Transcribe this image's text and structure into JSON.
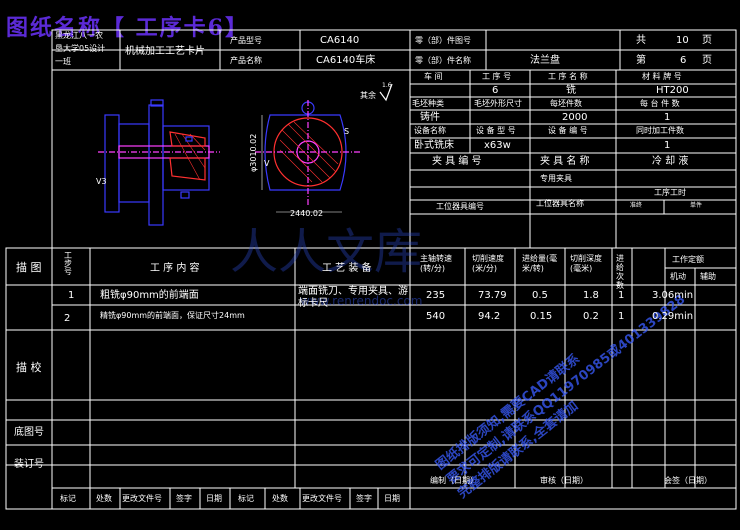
{
  "header": {
    "title": "图纸名称【 工序卡6】",
    "school": [
      "黑龙江八一农",
      "垦大学05设计",
      "一班"
    ],
    "card_name": "机械加工工艺卡片",
    "product_model_label": "产品型号",
    "product_model": "CA6140",
    "product_name_label": "产品名称",
    "product_name": "CA6140车床",
    "part_no_label": "零（部）件图号",
    "part_name_label": "零（部）件名称",
    "part_name": "法兰盘",
    "total_label": "共",
    "total_pages": "10",
    "page_unit": "页",
    "page_label": "第",
    "page_no": "6",
    "page_unit2": "页"
  },
  "info": {
    "labels": [
      "车 间",
      "工 序 号",
      "工 序 名 称",
      "材 料 牌 号"
    ],
    "values": [
      "",
      "6",
      "铣",
      "HT200"
    ],
    "row2_labels": [
      "毛坯种类",
      "毛坯外形尺寸",
      "每坯件数",
      "每 台 件 数"
    ],
    "row2_values": [
      "铸件",
      "",
      "2000",
      "1"
    ],
    "row3_labels": [
      "设备名称",
      "设 备 型 号",
      "设 备 编 号",
      "同时加工件数"
    ],
    "row3_values": [
      "卧式铣床",
      "x63w",
      "",
      "1"
    ],
    "fixture_labels": [
      "夹 具 编 号",
      "夹 具 名 称",
      "冷 却 液"
    ],
    "fixture_value": "专用夹具",
    "station_labels": [
      "工位器具编号",
      "工位器具名称",
      "工序工时"
    ],
    "time_labels": [
      "准终",
      "单件"
    ]
  },
  "drawing": {
    "roughness": "其余",
    "roughness_value": "1.6",
    "dim_diameter": "φ3010.02",
    "dim_width": "2440.02",
    "dim_v": "V",
    "dim_s": "S",
    "dim_3": "V3"
  },
  "steps_header": {
    "col1": "工步号",
    "col2": "工 序 内 容",
    "col3": "工 艺 装 备",
    "col4": "主轴转速(转/分)",
    "col5": "切削速度(米/分)",
    "col6": "进给量(毫米/转)",
    "col7": "切削深度(毫米)",
    "col8": "进给次数",
    "col9": "工作定额",
    "col9a": "机动",
    "col9b": "辅助"
  },
  "steps": [
    {
      "no": "1",
      "content": "粗铣φ90mm的前端面",
      "tooling": "端面铣刀、专用夹具、游标卡尺",
      "speed": "235",
      "v": "73.79",
      "feed": "0.5",
      "depth": "1.8",
      "passes": "1",
      "time": "3.06min"
    },
    {
      "no": "2",
      "content": "精铣φ90mm的前端面，保证尺寸24mm",
      "tooling": "",
      "speed": "540",
      "v": "94.2",
      "feed": "0.15",
      "depth": "0.2",
      "passes": "1",
      "time": "0.29min"
    }
  ],
  "side_labels": {
    "tu": "描 图",
    "jiao": "描 校",
    "dituhao": "底图号",
    "zhuang": "装订号"
  },
  "footer": {
    "labels": [
      "标记",
      "处数",
      "更改文件号",
      "签字",
      "日期",
      "标记",
      "处数",
      "更改文件号",
      "签字",
      "日期"
    ],
    "sign_labels": [
      "编制（日期）",
      "审核（日期）",
      "会签（日期）"
    ]
  },
  "watermark": {
    "brand": "人人文库",
    "url": "www.renrendoc.com",
    "note_lines": [
      "图纸排版须知,需要CAD请联系",
      "要求可定制,请联系QQ11970985或401339828",
      "完整排版请联系,全套请加"
    ]
  },
  "colors": {
    "grid": "#ffffff",
    "title": "#5b2ad6",
    "watermark": "#2f4fd8",
    "note": "#3a5cff",
    "part_blue": "#3a3aff",
    "part_red": "#ff3030",
    "part_magenta": "#ff40ff"
  }
}
